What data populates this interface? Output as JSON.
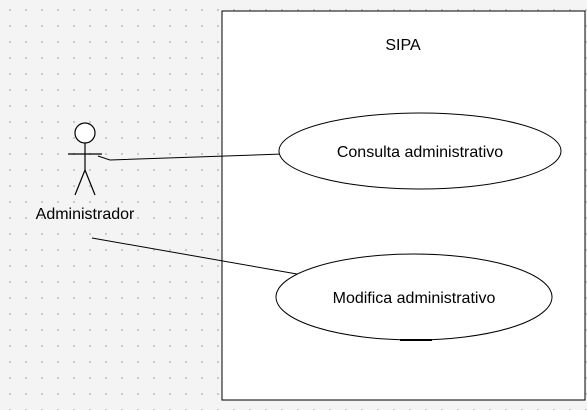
{
  "diagram": {
    "system_boundary": {
      "label": "SIPA"
    },
    "actor": {
      "label": "Administrador"
    },
    "use_cases": [
      {
        "label": "Consulta administrativo"
      },
      {
        "label": "Modifica administrativo"
      }
    ]
  },
  "colors": {
    "background": "#f4f4f4",
    "grid_dot": "#c8c8c8",
    "stroke": "#000000",
    "fill": "#ffffff"
  }
}
